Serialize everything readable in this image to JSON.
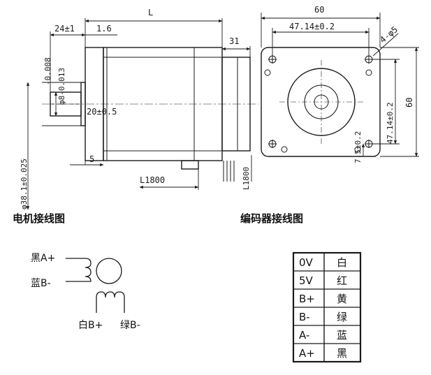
{
  "side_view": {
    "L": "L",
    "d24": "24±1",
    "d1_6": "1.6",
    "d31": "31",
    "shaft_tol": "-0.008",
    "shaft_dia": "φ8-0.013",
    "d20": "20±0.5",
    "d5": "5",
    "boss_dia": "φ38.1±0.025",
    "cable1": "L1800",
    "cable2": "L1800"
  },
  "front_view": {
    "d60_top": "60",
    "d47_top": "47.14±0.2",
    "holes": "4-φ5",
    "d47_side": "47.14±0.2",
    "d60_side": "60",
    "d7_5": "7.5±0.2"
  },
  "captions": {
    "motor_wiring": "电机接线图",
    "encoder_wiring": "编码器接线图"
  },
  "motor_labels": {
    "a_plus": "黑A+",
    "b_minus": "蓝B-",
    "b_plus": "白B+",
    "b_minus2": "绿B-"
  },
  "encoder_table": {
    "rows": [
      {
        "signal": "0V",
        "color": "白"
      },
      {
        "signal": "5V",
        "color": "红"
      },
      {
        "signal": "B+",
        "color": "黄"
      },
      {
        "signal": "B-",
        "color": "绿"
      },
      {
        "signal": "A-",
        "color": "蓝"
      },
      {
        "signal": "A+",
        "color": "黑"
      }
    ]
  }
}
